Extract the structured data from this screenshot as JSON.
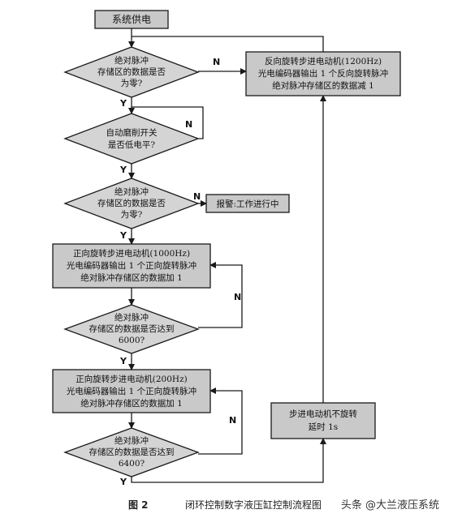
{
  "nodes": {
    "start": "系统供电",
    "d1": [
      "绝对脉冲",
      "存储区的数据是否",
      "为零?"
    ],
    "rev": [
      "反向旋转步进电动机(1200Hz)",
      "光电编码器输出 1 个反向旋转脉冲",
      "绝对脉冲存储区的数据减 1"
    ],
    "d2": [
      "自动磨削开关",
      "是否低电平?"
    ],
    "d3": [
      "绝对脉冲",
      "存储区的数据是否",
      "为零?"
    ],
    "alarm": "报警:工作进行中",
    "fwd1": [
      "正向旋转步进电动机(1000Hz)",
      "光电编码器输出 1 个正向旋转脉冲",
      "绝对脉冲存储区的数据加 1"
    ],
    "d4": [
      "绝对脉冲",
      "存储区的数据是否达到",
      "6000?"
    ],
    "fwd2": [
      "正向旋转步进电动机(200Hz)",
      "光电编码器输出 1 个正向旋转脉冲",
      "绝对脉冲存储区的数据加 1"
    ],
    "stop": [
      "步进电动机不旋转",
      "延时 1s"
    ],
    "d5": [
      "绝对脉冲",
      "存储区的数据是否达到",
      "6400?"
    ]
  },
  "labels": {
    "yes": "Y",
    "no": "N"
  },
  "caption": {
    "figure": "图 2",
    "title": "闭环控制数字液压缸控制流程图",
    "watermark": "头条 @大兰液压系统"
  },
  "colors": {
    "box": "#c9c9c9",
    "diamond": "#d4d4d4",
    "line": "#1a1a1a",
    "text": "#111111"
  }
}
